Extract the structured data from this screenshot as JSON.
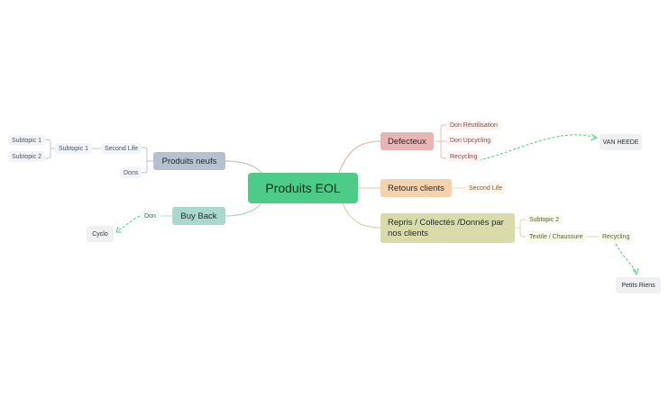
{
  "central": {
    "label": "Produits EOL"
  },
  "right": {
    "defecteux": {
      "label": "Defecteux",
      "children": [
        "Don Réutilisation",
        "Don Upcycling",
        "Recycling"
      ]
    },
    "retours": {
      "label": "Retours clients",
      "children": [
        "Second Life"
      ]
    },
    "repris": {
      "label": "Repris / Collectés /Donnés par nos clients",
      "children": [
        "Subtopic 2",
        "Textile / Chaussure"
      ],
      "grandchild": "Recycling"
    }
  },
  "left": {
    "produits_neufs": {
      "label": "Produits neufs",
      "children": [
        "Second Life",
        "Dons"
      ],
      "second_life_child": "Subtopic 1",
      "subtopic_children": [
        "Subtopic 1",
        "Subtopic 2"
      ]
    },
    "buy_back": {
      "label": "Buy Back",
      "children": [
        "Don"
      ]
    }
  },
  "floating": [
    "VAN HEEDE",
    "Petits Riens",
    "Cyclo"
  ],
  "colors": {
    "central": "#4dcc88",
    "defecteux": "#e8b5b5",
    "retours": "#f2d3ad",
    "repris": "#d9dcaa",
    "produits_neufs": "#b5c0d0",
    "buy_back": "#a9d8cc",
    "relation": "#4dcc88"
  }
}
